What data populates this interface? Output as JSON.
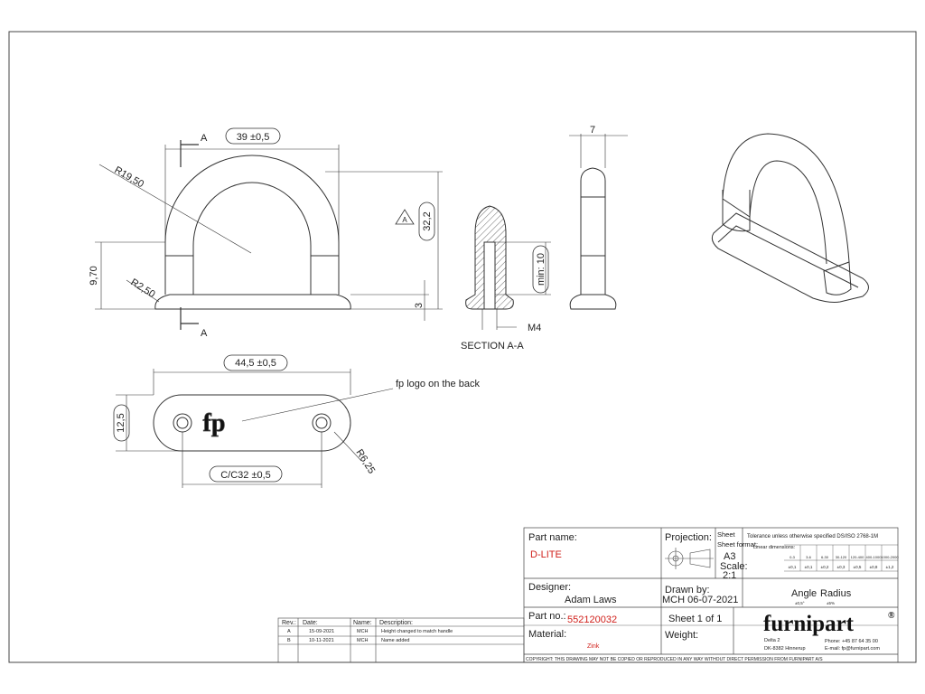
{
  "drawing": {
    "front_view": {
      "dim_width": "39 ±0,5",
      "dim_height": "32,2",
      "dim_radius_arch": "R19,50",
      "dim_radius_foot": "R2,50",
      "dim_leg": "9,70",
      "dim_base": "3",
      "section_mark": "A",
      "section_mark_bottom": "A",
      "triangle_mark": "A"
    },
    "section_view": {
      "dim_min": "min: 10",
      "dim_thread": "M4",
      "label": "SECTION A-A"
    },
    "side_view": {
      "dim_thickness": "7"
    },
    "bottom_view": {
      "dim_length": "44,5 ±0,5",
      "dim_width": "12,5",
      "dim_cc": "C/C32 ±0,5",
      "dim_radius": "R6,25",
      "note": "fp logo on the back",
      "logo": "fp"
    }
  },
  "title_block": {
    "part_name_label": "Part name:",
    "part_name": "D-LITE",
    "projection_label": "Projection:",
    "sheet_format_label": "Sheet format:",
    "sheet_format": "A3",
    "scale_label": "Scale:",
    "scale": "2:1",
    "tolerance_title": "Tolerance unless otherwise specified DS/ISO 2768-1M",
    "linear_label": "Linear dimensions:",
    "tol_ranges": [
      "0-3",
      "3-6",
      "6-30",
      "30-120",
      "120-400",
      "400-1000",
      "1000-2000"
    ],
    "tol_values": [
      "±0,1",
      "±0,1",
      "±0,2",
      "±0,3",
      "±0,5",
      "±0,8",
      "±1,2"
    ],
    "designer_label": "Designer:",
    "designer": "Adam Laws",
    "drawn_by_label": "Drawn by:",
    "drawn_by": "MCH 06-07-2021",
    "angle_label": "Angle",
    "radius_label": "Radius",
    "angle_value": "±0,5°",
    "radius_value": "±5%",
    "part_no_label": "Part no.:",
    "part_no": "552120032",
    "sheet_label": "Sheet 1 of 1",
    "material_label": "Material:",
    "material": "Zink",
    "weight_label": "Weight:",
    "brand": "furnipart",
    "brand_mark": "®",
    "address1": "Delta 2",
    "address2": "DK-8382 Hinnerup",
    "phone": "Phone:   +45 87 64 35 00",
    "email": "E-mail:  fp@furnipart.com",
    "copyright": "COPYRIGHT: THIS DRAWING MAY NOT BE COPIED OR REPRODUCED IN ANY WAY WITHOUT DIRECT PERMISSION FROM FURNIPART A/S"
  },
  "revisions": {
    "headers": [
      "Rev.:",
      "Date:",
      "Name:",
      "Description:"
    ],
    "rows": [
      [
        "A",
        "15-09-2021",
        "MCH",
        "Height changed to match handle"
      ],
      [
        "B",
        "10-11-2021",
        "MCH",
        "Name added"
      ]
    ]
  }
}
